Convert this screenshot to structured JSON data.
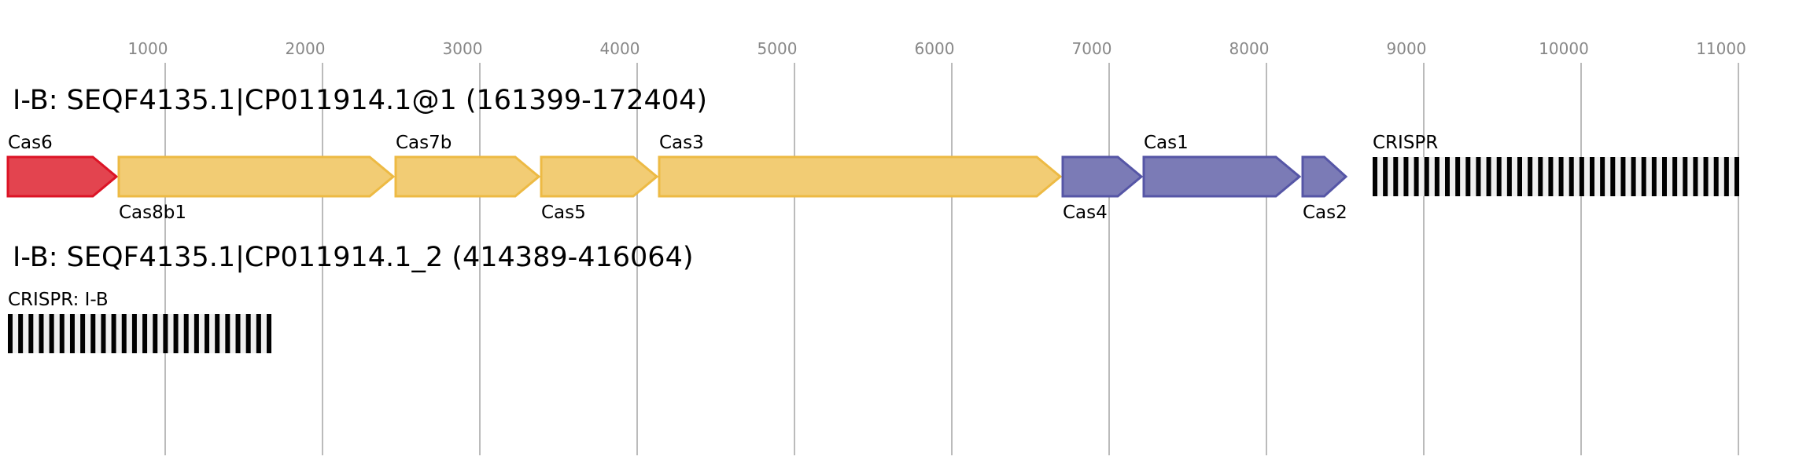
{
  "axis": {
    "ticks": [
      1000,
      2000,
      3000,
      4000,
      5000,
      6000,
      7000,
      8000,
      9000,
      10000,
      11000
    ]
  },
  "colors": {
    "red": {
      "fill": "#e3444f",
      "stroke": "#dc1426"
    },
    "yellow": {
      "fill": "#f2cc74",
      "stroke": "#edba44"
    },
    "purple": {
      "fill": "#7b7bb6",
      "stroke": "#5656a6"
    },
    "grid": "#bbbbbb"
  },
  "rows": [
    {
      "title": "I-B: SEQF4135.1|CP011914.1@1 (161399-172404)",
      "features": [
        {
          "label": "Cas6",
          "type": "gene",
          "start": 0,
          "end": 690,
          "color": "red",
          "label_pos": "above"
        },
        {
          "label": "Cas8b1",
          "type": "gene",
          "start": 705,
          "end": 2450,
          "color": "yellow",
          "label_pos": "below"
        },
        {
          "label": "Cas7b",
          "type": "gene",
          "start": 2465,
          "end": 3375,
          "color": "yellow",
          "label_pos": "above"
        },
        {
          "label": "Cas5",
          "type": "gene",
          "start": 3390,
          "end": 4125,
          "color": "yellow",
          "label_pos": "below"
        },
        {
          "label": "Cas3",
          "type": "gene",
          "start": 4140,
          "end": 6690,
          "color": "yellow",
          "label_pos": "above"
        },
        {
          "label": "Cas4",
          "type": "gene",
          "start": 6705,
          "end": 7205,
          "color": "purple",
          "label_pos": "below"
        },
        {
          "label": "Cas1",
          "type": "gene",
          "start": 7220,
          "end": 8210,
          "color": "purple",
          "label_pos": "above"
        },
        {
          "label": "Cas2",
          "type": "gene",
          "start": 8230,
          "end": 8505,
          "color": "purple",
          "label_pos": "below"
        },
        {
          "label": "CRISPR",
          "type": "crispr",
          "start": 8675,
          "end": 11005,
          "repeats": 36,
          "label_pos": "above"
        }
      ]
    },
    {
      "title": "I-B: SEQF4135.1|CP011914.1_2 (414389-416064)",
      "features": [
        {
          "label": "CRISPR: I-B",
          "type": "crispr",
          "start": 0,
          "end": 1675,
          "repeats": 26,
          "label_pos": "above"
        }
      ]
    }
  ]
}
